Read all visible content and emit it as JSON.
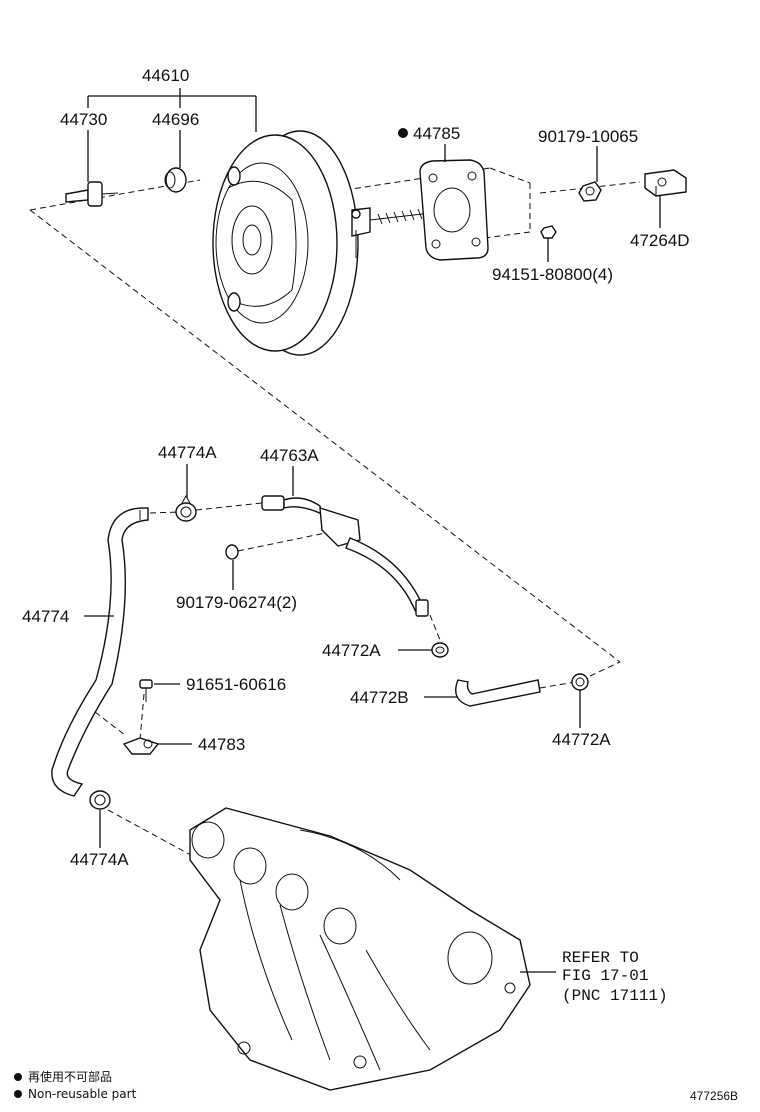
{
  "labels": {
    "p44610": "44610",
    "p44730": "44730",
    "p44696": "44696",
    "p44785": "44785",
    "p90179_10065": "90179-10065",
    "p47264D": "47264D",
    "p94151": "94151-80800(4)",
    "p44774A_top": "44774A",
    "p44763A": "44763A",
    "p90179_06274": "90179-06274(2)",
    "p44774": "44774",
    "p44772A_mid": "44772A",
    "p91651": "91651-60616",
    "p44772B": "44772B",
    "p44772A_right": "44772A",
    "p44783": "44783",
    "p44774A_bottom": "44774A"
  },
  "refer": {
    "line1": "REFER TO",
    "line2": "FIG 17-01",
    "line3": "(PNC 17111)"
  },
  "legend": {
    "jp": "再使用不可部品",
    "en": "Non-reusable part"
  },
  "diagram_code": "477256B"
}
